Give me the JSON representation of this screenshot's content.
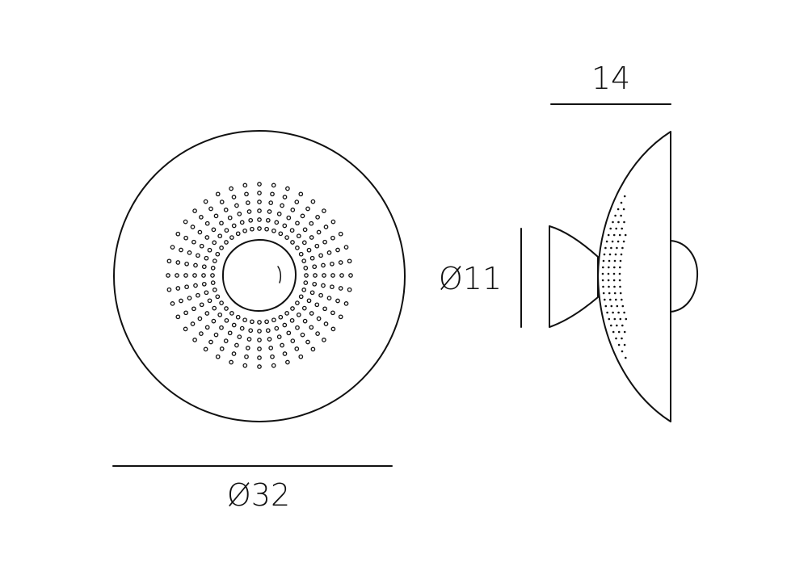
{
  "drawing": {
    "front_view": {
      "diameter_label": "Ø32"
    },
    "side_view": {
      "depth_label": "14",
      "mount_diameter_label": "Ø11"
    },
    "colors": {
      "line": "#111111",
      "background": "#ffffff"
    }
  }
}
